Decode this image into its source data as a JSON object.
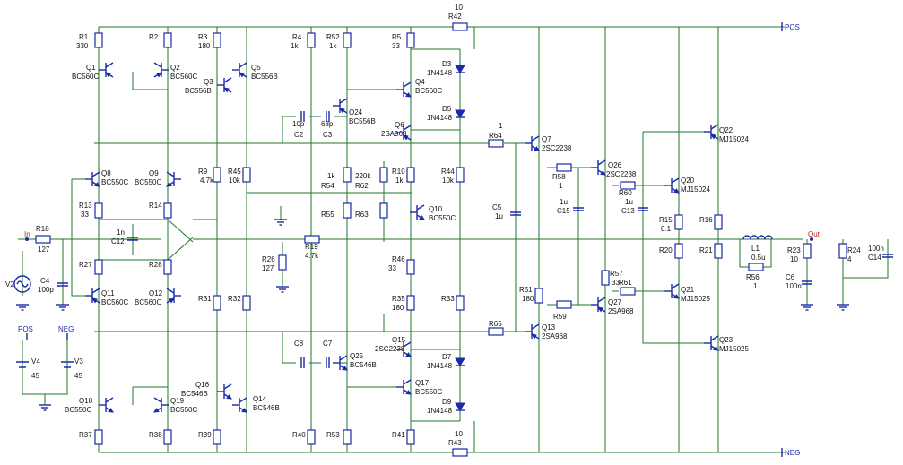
{
  "nets": {
    "pos": "POS",
    "neg": "NEG",
    "in": "In",
    "out": "Out"
  },
  "resistors": [
    {
      "name": "R1",
      "value": "330"
    },
    {
      "name": "R2",
      "value": ""
    },
    {
      "name": "R3",
      "value": "180"
    },
    {
      "name": "R4",
      "value": "1k"
    },
    {
      "name": "R52",
      "value": "1k"
    },
    {
      "name": "R5",
      "value": "33"
    },
    {
      "name": "R42",
      "value": "10"
    },
    {
      "name": "R9",
      "value": "4.7k"
    },
    {
      "name": "R45",
      "value": "10k"
    },
    {
      "name": "R54",
      "value": "1k"
    },
    {
      "name": "R62",
      "value": "220k"
    },
    {
      "name": "R10",
      "value": "1k"
    },
    {
      "name": "R44",
      "value": "10k"
    },
    {
      "name": "R64",
      "value": "1"
    },
    {
      "name": "R58",
      "value": "1"
    },
    {
      "name": "R60",
      "value": ""
    },
    {
      "name": "R13",
      "value": "33"
    },
    {
      "name": "R14",
      "value": ""
    },
    {
      "name": "R55",
      "value": ""
    },
    {
      "name": "R63",
      "value": ""
    },
    {
      "name": "R15",
      "value": "0.1"
    },
    {
      "name": "R16",
      "value": ""
    },
    {
      "name": "R18",
      "value": "127"
    },
    {
      "name": "R26",
      "value": "127"
    },
    {
      "name": "R19",
      "value": "4.7k"
    },
    {
      "name": "R20",
      "value": ""
    },
    {
      "name": "R21",
      "value": ""
    },
    {
      "name": "R23",
      "value": "10"
    },
    {
      "name": "R24",
      "value": "4"
    },
    {
      "name": "R56",
      "value": "1"
    },
    {
      "name": "R27",
      "value": ""
    },
    {
      "name": "R28",
      "value": ""
    },
    {
      "name": "R46",
      "value": "33"
    },
    {
      "name": "R57",
      "value": "33"
    },
    {
      "name": "R61",
      "value": ""
    },
    {
      "name": "R31",
      "value": ""
    },
    {
      "name": "R32",
      "value": ""
    },
    {
      "name": "R35",
      "value": "180"
    },
    {
      "name": "R33",
      "value": ""
    },
    {
      "name": "R51",
      "value": "180"
    },
    {
      "name": "R59",
      "value": ""
    },
    {
      "name": "R65",
      "value": ""
    },
    {
      "name": "R37",
      "value": ""
    },
    {
      "name": "R38",
      "value": ""
    },
    {
      "name": "R39",
      "value": ""
    },
    {
      "name": "R40",
      "value": ""
    },
    {
      "name": "R53",
      "value": ""
    },
    {
      "name": "R41",
      "value": ""
    },
    {
      "name": "R43",
      "value": "10"
    }
  ],
  "capacitors": [
    {
      "name": "C2",
      "value": "10p"
    },
    {
      "name": "C3",
      "value": "68p"
    },
    {
      "name": "C5",
      "value": "1u"
    },
    {
      "name": "C15",
      "value": "1u"
    },
    {
      "name": "C13",
      "value": "1u"
    },
    {
      "name": "C12",
      "value": "1n"
    },
    {
      "name": "C4",
      "value": "100p"
    },
    {
      "name": "C6",
      "value": "100n"
    },
    {
      "name": "C14",
      "value": "100n"
    },
    {
      "name": "C8",
      "value": ""
    },
    {
      "name": "C7",
      "value": ""
    }
  ],
  "transistors": [
    {
      "name": "Q1",
      "part": "BC560C"
    },
    {
      "name": "Q2",
      "part": "BC560C"
    },
    {
      "name": "Q3",
      "part": "BC556B"
    },
    {
      "name": "Q5",
      "part": "BC556B"
    },
    {
      "name": "Q24",
      "part": "BC556B"
    },
    {
      "name": "Q4",
      "part": "BC560C"
    },
    {
      "name": "Q6",
      "part": "2SA968"
    },
    {
      "name": "Q7",
      "part": "2SC2238"
    },
    {
      "name": "Q26",
      "part": "2SC2238"
    },
    {
      "name": "Q22",
      "part": "MJ15024"
    },
    {
      "name": "Q20",
      "part": "MJ15024"
    },
    {
      "name": "Q8",
      "part": "BC550C"
    },
    {
      "name": "Q9",
      "part": "BC550C"
    },
    {
      "name": "Q10",
      "part": "BC550C"
    },
    {
      "name": "Q11",
      "part": "BC560C"
    },
    {
      "name": "Q12",
      "part": "BC560C"
    },
    {
      "name": "Q13",
      "part": "2SA968"
    },
    {
      "name": "Q27",
      "part": "2SA968"
    },
    {
      "name": "Q21",
      "part": "MJ15025"
    },
    {
      "name": "Q23",
      "part": "MJ15025"
    },
    {
      "name": "Q15",
      "part": "2SC2238"
    },
    {
      "name": "Q25",
      "part": "BC546B"
    },
    {
      "name": "Q17",
      "part": "BC550C"
    },
    {
      "name": "Q16",
      "part": "BC546B"
    },
    {
      "name": "Q14",
      "part": "BC546B"
    },
    {
      "name": "Q18",
      "part": "BC550C"
    },
    {
      "name": "Q19",
      "part": "BC550C"
    }
  ],
  "diodes": [
    {
      "name": "D3",
      "part": "1N4148"
    },
    {
      "name": "D5",
      "part": "1N4148"
    },
    {
      "name": "D7",
      "part": "1N4148"
    },
    {
      "name": "D9",
      "part": "1N4148"
    }
  ],
  "inductor": {
    "name": "L1",
    "value": "0.5u"
  },
  "sources": [
    {
      "name": "V2",
      "value": ""
    },
    {
      "name": "V4",
      "value": "45"
    },
    {
      "name": "V3",
      "value": "45"
    }
  ]
}
